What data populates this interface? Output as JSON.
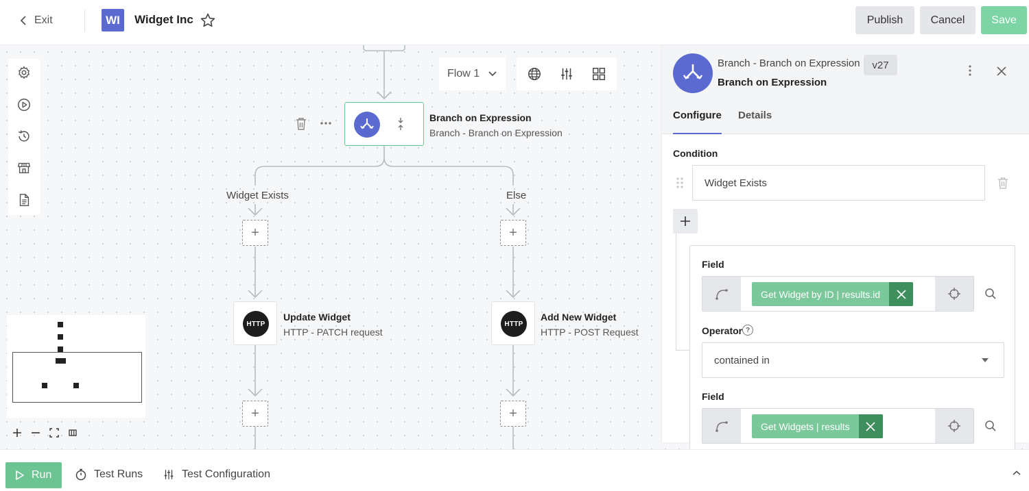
{
  "header": {
    "exit_label": "Exit",
    "logo_text": "WI",
    "org_name": "Widget Inc",
    "publish_label": "Publish",
    "cancel_label": "Cancel",
    "save_label": "Save"
  },
  "canvas": {
    "flow_select": "Flow 1",
    "nodes": {
      "branch": {
        "title": "Branch on Expression",
        "subtitle": "Branch - Branch on Expression"
      },
      "update": {
        "icon_text": "HTTP",
        "title": "Update Widget",
        "subtitle": "HTTP - PATCH request"
      },
      "add": {
        "icon_text": "HTTP",
        "title": "Add New Widget",
        "subtitle": "HTTP - POST Request"
      }
    },
    "branch_labels": {
      "left": "Widget Exists",
      "right": "Else"
    }
  },
  "panel": {
    "title_line1": "Branch - Branch on Expression",
    "title_line2": "Branch on Expression",
    "version": "v27",
    "tabs": [
      "Configure",
      "Details"
    ],
    "condition_label": "Condition",
    "condition_value": "Widget Exists",
    "field_label": "Field",
    "field1_chip": "Get Widget by ID | results.id",
    "operator_label": "Operator",
    "operator_help": "?",
    "operator_value": "contained in",
    "field2_chip": "Get Widgets | results"
  },
  "bottom": {
    "run_label": "Run",
    "test_runs_label": "Test Runs",
    "test_config_label": "Test Configuration"
  },
  "colors": {
    "accent": "#5b6ad0",
    "save_green": "#7dd4a4",
    "run_green": "#6cc492",
    "chip_green": "#7bc99a",
    "chip_dark_green": "#3e8f5d",
    "selected_border": "#6cc492"
  }
}
